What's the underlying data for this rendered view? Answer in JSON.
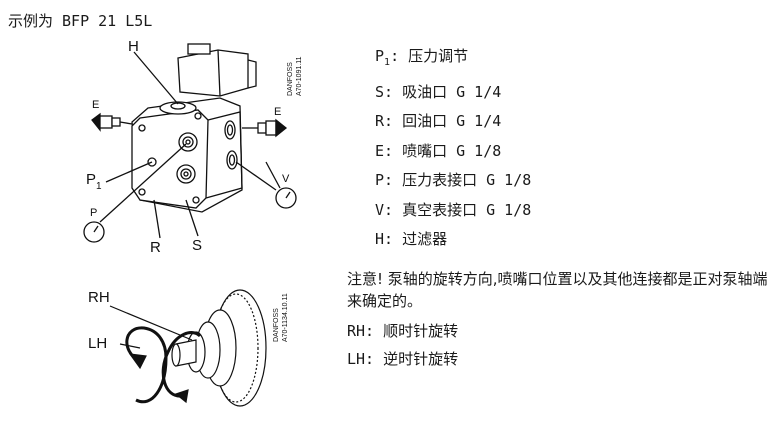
{
  "title": "示例为 BFP 21 L5L",
  "figure1": {
    "labels": {
      "H": "H",
      "E_left": "E",
      "E_right": "E",
      "P1": "P",
      "P1_sub": "1",
      "P": "P",
      "V": "V",
      "R": "R",
      "S": "S"
    },
    "stamp_line1": "DANFOSS",
    "stamp_line2": "A70-1091.11"
  },
  "legend": [
    {
      "key": "P",
      "sub": "1",
      "sep": ":",
      "text": "压力调节"
    },
    {
      "key": "S",
      "sub": "",
      "sep": ":",
      "text": "吸油口 G 1/4"
    },
    {
      "key": "R",
      "sub": "",
      "sep": ":",
      "text": "回油口 G 1/4"
    },
    {
      "key": "E",
      "sub": "",
      "sep": ":",
      "text": "喷嘴口 G 1/8"
    },
    {
      "key": "P",
      "sub": "",
      "sep": ":",
      "text": "压力表接口 G 1/8"
    },
    {
      "key": "V",
      "sub": "",
      "sep": ":",
      "text": "真空表接口 G 1/8"
    },
    {
      "key": "H",
      "sub": "",
      "sep": ":",
      "text": "过滤器"
    }
  ],
  "figure2": {
    "labels": {
      "RH": "RH",
      "LH": "LH"
    },
    "stamp_line1": "DANFOSS",
    "stamp_line2": "A70-1134.10.11"
  },
  "note": "注意! 泵轴的旋转方向,喷嘴口位置以及其他连接都是正对泵轴端来确定的。",
  "rotation": [
    {
      "key": "RH:",
      "text": "顺时针旋转"
    },
    {
      "key": "LH:",
      "text": "逆时针旋转"
    }
  ]
}
